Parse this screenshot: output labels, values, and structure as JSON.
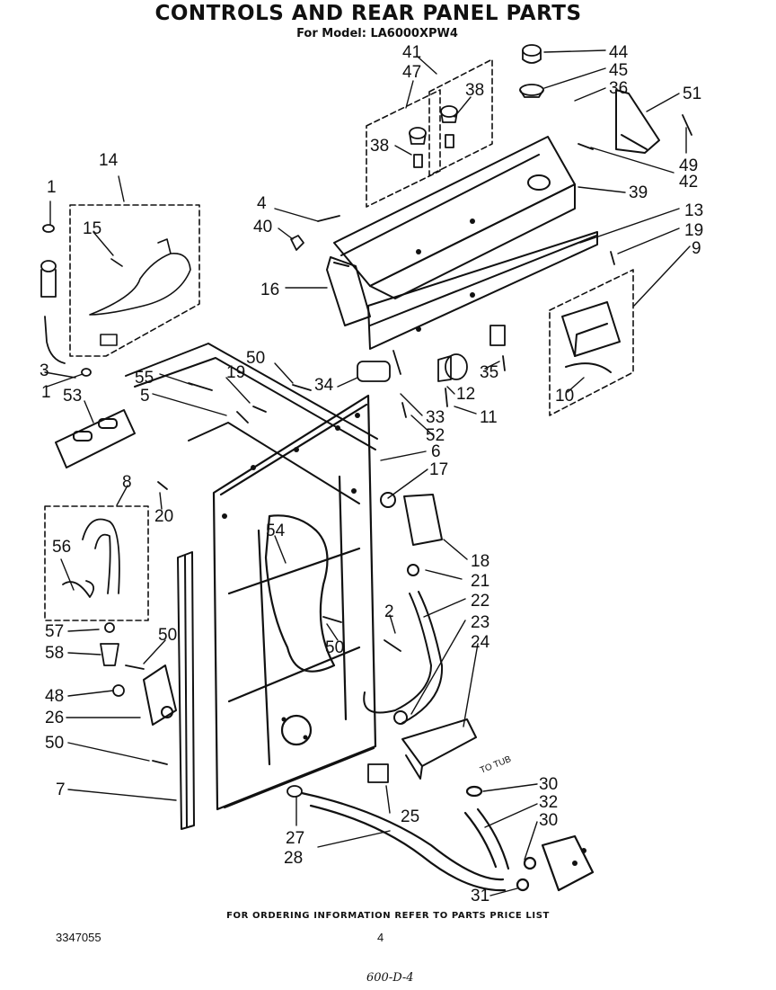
{
  "header": {
    "title": "CONTROLS AND REAR PANEL PARTS",
    "subtitle": "For Model: LA6000XPW4"
  },
  "callouts": [
    "1",
    "14",
    "15",
    "3",
    "1",
    "53",
    "55",
    "5",
    "19",
    "50",
    "34",
    "4",
    "40",
    "16",
    "41",
    "47",
    "38",
    "38",
    "44",
    "45",
    "36",
    "51",
    "49",
    "42",
    "39",
    "13",
    "19",
    "9",
    "35",
    "12",
    "11",
    "33",
    "52",
    "10",
    "6",
    "17",
    "18",
    "21",
    "22",
    "23",
    "24",
    "2",
    "50",
    "8",
    "20",
    "56",
    "54",
    "57",
    "58",
    "50",
    "48",
    "26",
    "50",
    "7",
    "30",
    "32",
    "30",
    "25",
    "27",
    "28",
    "31"
  ],
  "direction_label": "TO TUB",
  "footer": {
    "ordering_note": "FOR ORDERING INFORMATION REFER TO PARTS PRICE LIST",
    "document_number": "3347055",
    "page_number": "4",
    "handwritten_note": "600-D-4"
  }
}
